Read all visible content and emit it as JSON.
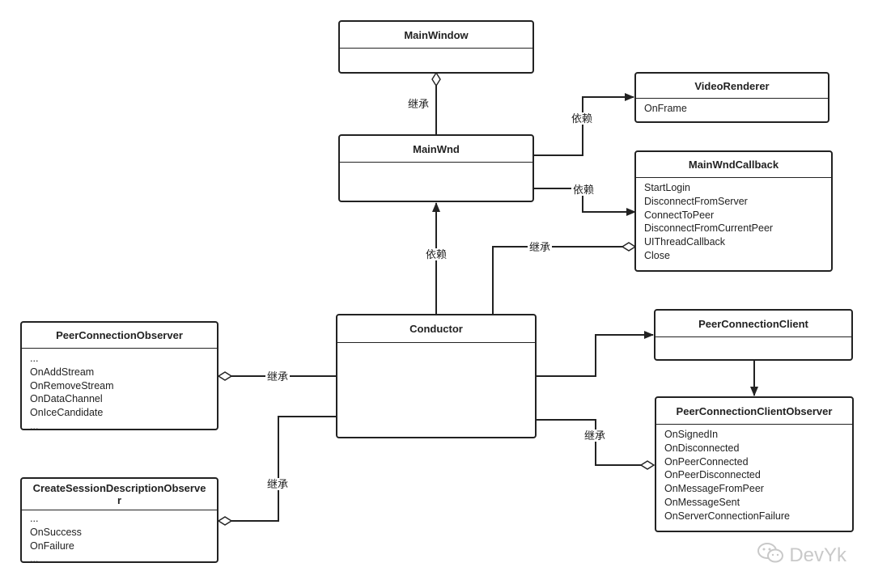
{
  "classes": {
    "mainwindow": {
      "name": "MainWindow",
      "members": []
    },
    "videorenderer": {
      "name": "VideoRenderer",
      "members": [
        "OnFrame"
      ]
    },
    "mainwnd": {
      "name": "MainWnd",
      "members": []
    },
    "mainwndcallback": {
      "name": "MainWndCallback",
      "members": [
        "StartLogin",
        "DisconnectFromServer",
        "ConnectToPeer",
        "DisconnectFromCurrentPeer",
        "UIThreadCallback",
        "Close"
      ]
    },
    "conductor": {
      "name": "Conductor",
      "members": []
    },
    "peerconnectionobserver": {
      "name": "PeerConnectionObserver",
      "members": [
        "...",
        "OnAddStream",
        "OnRemoveStream",
        "OnDataChannel",
        "OnIceCandidate",
        "..."
      ]
    },
    "peerconnectionclient": {
      "name": "PeerConnectionClient",
      "members": []
    },
    "peerconnectionclientobserver": {
      "name": "PeerConnectionClientObserver",
      "members": [
        "OnSignedIn",
        "OnDisconnected",
        "OnPeerConnected",
        "OnPeerDisconnected",
        "OnMessageFromPeer",
        "OnMessageSent",
        "OnServerConnectionFailure"
      ]
    },
    "createsessiondescriptionobserver": {
      "name": "CreateSessionDescriptionObserve\nr",
      "members": [
        "...",
        "OnSuccess",
        "OnFailure",
        "..."
      ]
    }
  },
  "relations": {
    "mainwnd_mainwindow": "继承",
    "mainwnd_videorenderer": "依赖",
    "mainwnd_callback": "依赖",
    "conductor_mainwnd": "依赖",
    "conductor_callback": "继承",
    "conductor_pco": "继承",
    "conductor_csdo": "继承",
    "conductor_pcco": "继承"
  },
  "watermark": {
    "icon": "wechat-icon",
    "text": "DevYk"
  }
}
